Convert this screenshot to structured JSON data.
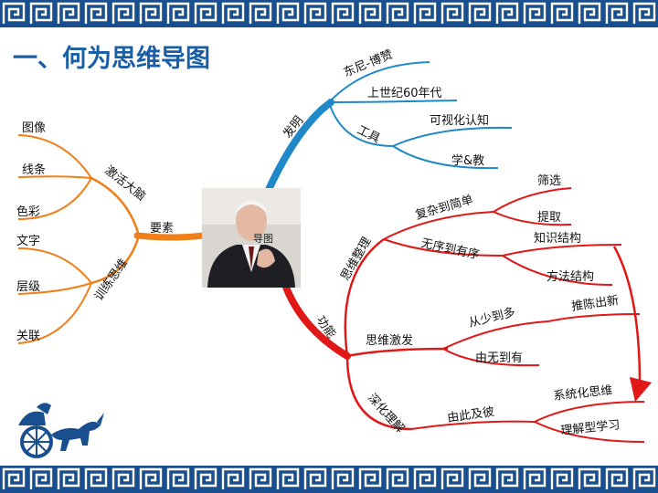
{
  "slide": {
    "title": "一、何为思维导图",
    "photo_caption": "导图"
  },
  "branches": {
    "faming": {
      "label": "发明",
      "items": [
        "东尼-博赞",
        "上世纪60年代",
        "工具"
      ],
      "gongju_items": [
        "可视化认知",
        "学&教"
      ]
    },
    "yaosu": {
      "label": "要素",
      "jihuo": {
        "label": "激活大脑",
        "items": [
          "图像",
          "线条",
          "色彩"
        ]
      },
      "xunlian": {
        "label": "训练思维",
        "items": [
          "文字",
          "层级",
          "关联"
        ]
      }
    },
    "gongneng": {
      "label": "功能",
      "siwei_zhengli": {
        "label": "思维整理",
        "fuza": {
          "label": "复杂到简单",
          "items": [
            "筛选",
            "提取"
          ]
        },
        "wuxu": {
          "label": "无序到有序",
          "items": [
            "知识结构",
            "方法结构"
          ]
        }
      },
      "siwei_jifa": {
        "label": "思维激发",
        "congshao": {
          "label": "从少到多",
          "items": [
            "推陈出新"
          ]
        },
        "youwu": {
          "label": "由无到有"
        }
      },
      "shenhua_lijie": {
        "label": "深化理解",
        "youci": {
          "label": "由此及彼",
          "items": [
            "系统化思维",
            "理解型学习"
          ]
        }
      }
    }
  },
  "colors": {
    "title": "#1a5fa5",
    "border": "#1a4f8f",
    "blue_branch": "#1e88c8",
    "orange_branch": "#f07f1a",
    "red_branch": "#e01818",
    "arrow": "#e01818"
  }
}
